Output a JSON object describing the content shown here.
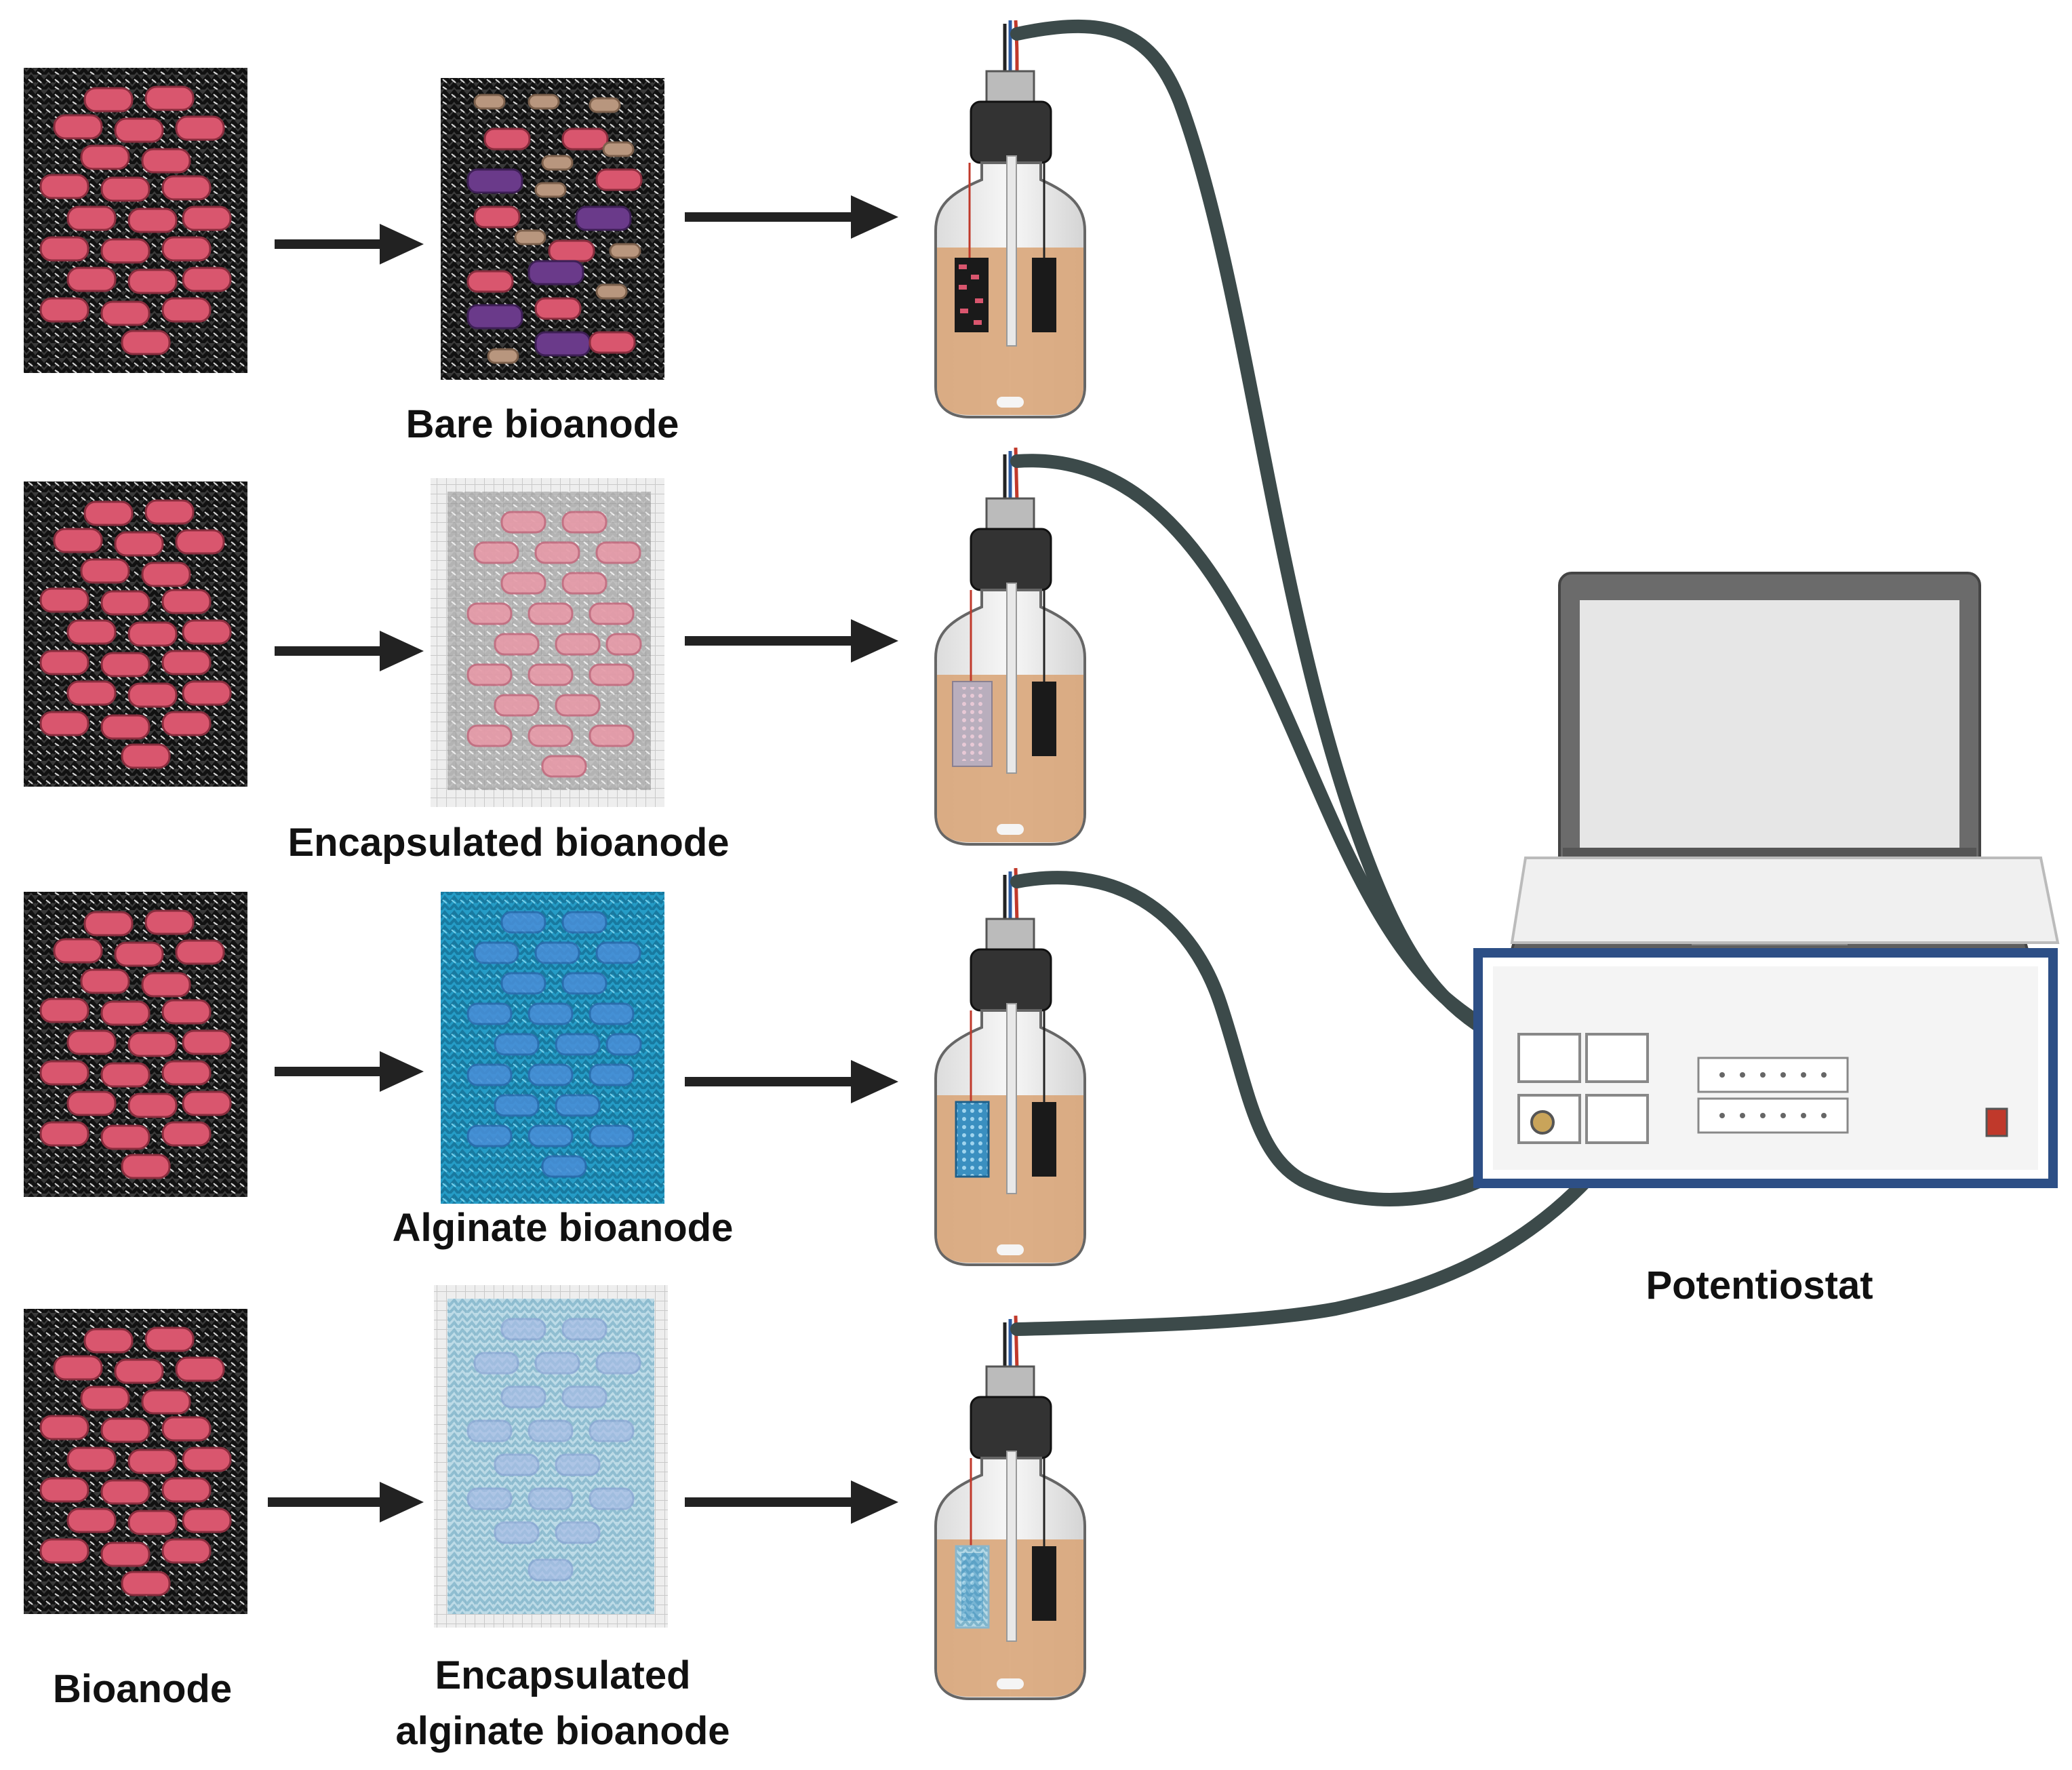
{
  "labels": {
    "row1": "Bare bioanode",
    "row2": "Encapsulated bioanode",
    "row3": "Alginate bioanode",
    "row4_line1": "Encapsulated",
    "row4_line2": "alginate bioanode",
    "left_column": "Bioanode",
    "device": "Potentiostat"
  },
  "colors": {
    "carbon_felt": "#2a2a2a",
    "bacteria": "#d9566e",
    "bacteria_dark": "#6a3a8a",
    "bacteria_tan": "#b8967e",
    "encapsulation_grey": "#e4e4e4",
    "alginate_blue": "#1f9bc4",
    "alginate_light": "#a9d3e3",
    "electrolyte": "#d9a67a",
    "cap": "#333333",
    "cable": "#3c4a4a",
    "laptop_body": "#6b6b6b",
    "screen": "#e6e6e6",
    "potentiostat_frame": "#2d4f86"
  },
  "icons": [
    "carbon-felt-bioanode",
    "arrow-right-icon",
    "electrochemical-cell-bottle",
    "laptop-icon",
    "potentiostat-box",
    "power-switch-icon"
  ]
}
